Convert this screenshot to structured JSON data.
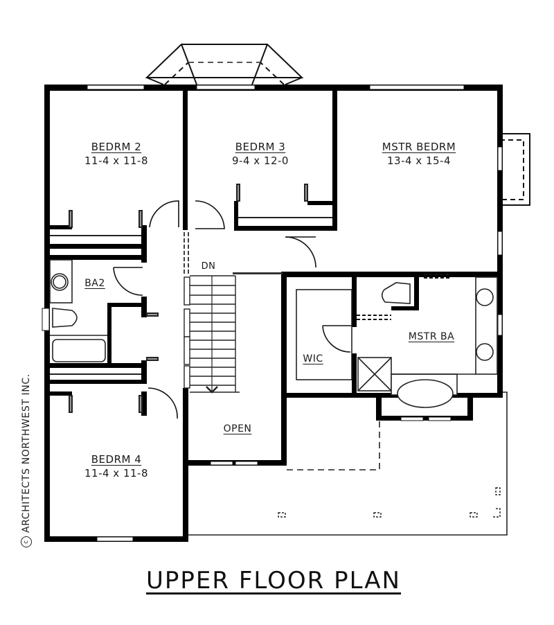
{
  "plan": {
    "title": "UPPER FLOOR PLAN",
    "credit": "ARCHITECTS NORTHWEST INC.",
    "credit_symbol": "c",
    "colors": {
      "wall": "#000000",
      "background": "#ffffff",
      "fixture": "#333333"
    }
  },
  "rooms": [
    {
      "name": "BEDRM 2",
      "dimensions": "11-4 x 11-8"
    },
    {
      "name": "BEDRM 3",
      "dimensions": "9-4 x 12-0"
    },
    {
      "name": "MSTR BEDRM",
      "dimensions": "13-4 x 15-4"
    },
    {
      "name": "BA2",
      "dimensions": ""
    },
    {
      "name": "MSTR BA",
      "dimensions": ""
    },
    {
      "name": "WIC",
      "dimensions": ""
    },
    {
      "name": "OPEN",
      "dimensions": ""
    },
    {
      "name": "BEDRM 4",
      "dimensions": "11-4 x 11-8"
    }
  ],
  "stair": {
    "label": "DN"
  }
}
